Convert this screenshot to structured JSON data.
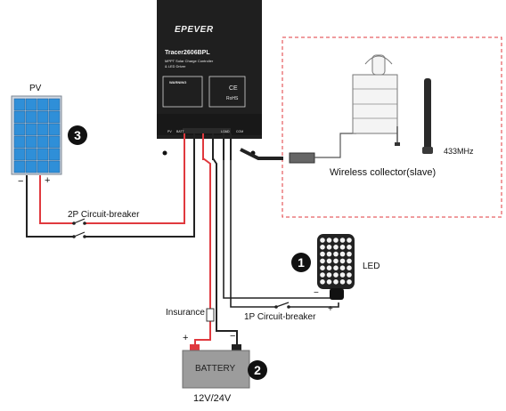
{
  "controller": {
    "brand": "EPEVER",
    "model": "Tracer2606BPL",
    "subtitle_line1": "MPPT Solar Charge Controller",
    "subtitle_line2": "& LED Driver",
    "warning": "WARNING",
    "cert_ce": "CE",
    "cert_rohs": "RoHS",
    "terminal_labels": [
      "PV",
      "BATT",
      "LOAD",
      "COM"
    ]
  },
  "pv": {
    "label": "PV",
    "neg": "−",
    "pos": "+",
    "badge": "3"
  },
  "pv_breaker": {
    "label": "2P Circuit-breaker"
  },
  "battery": {
    "label": "BATTERY",
    "voltage": "12V/24V",
    "pos": "+",
    "neg": "−",
    "badge": "2"
  },
  "fuse": {
    "label": "Insurance"
  },
  "load_breaker": {
    "label": "1P Circuit-breaker"
  },
  "led": {
    "label": "LED",
    "badge": "1",
    "neg": "−",
    "pos": "+"
  },
  "wireless": {
    "label": "Wireless collector(slave)",
    "frequency": "433MHz"
  }
}
